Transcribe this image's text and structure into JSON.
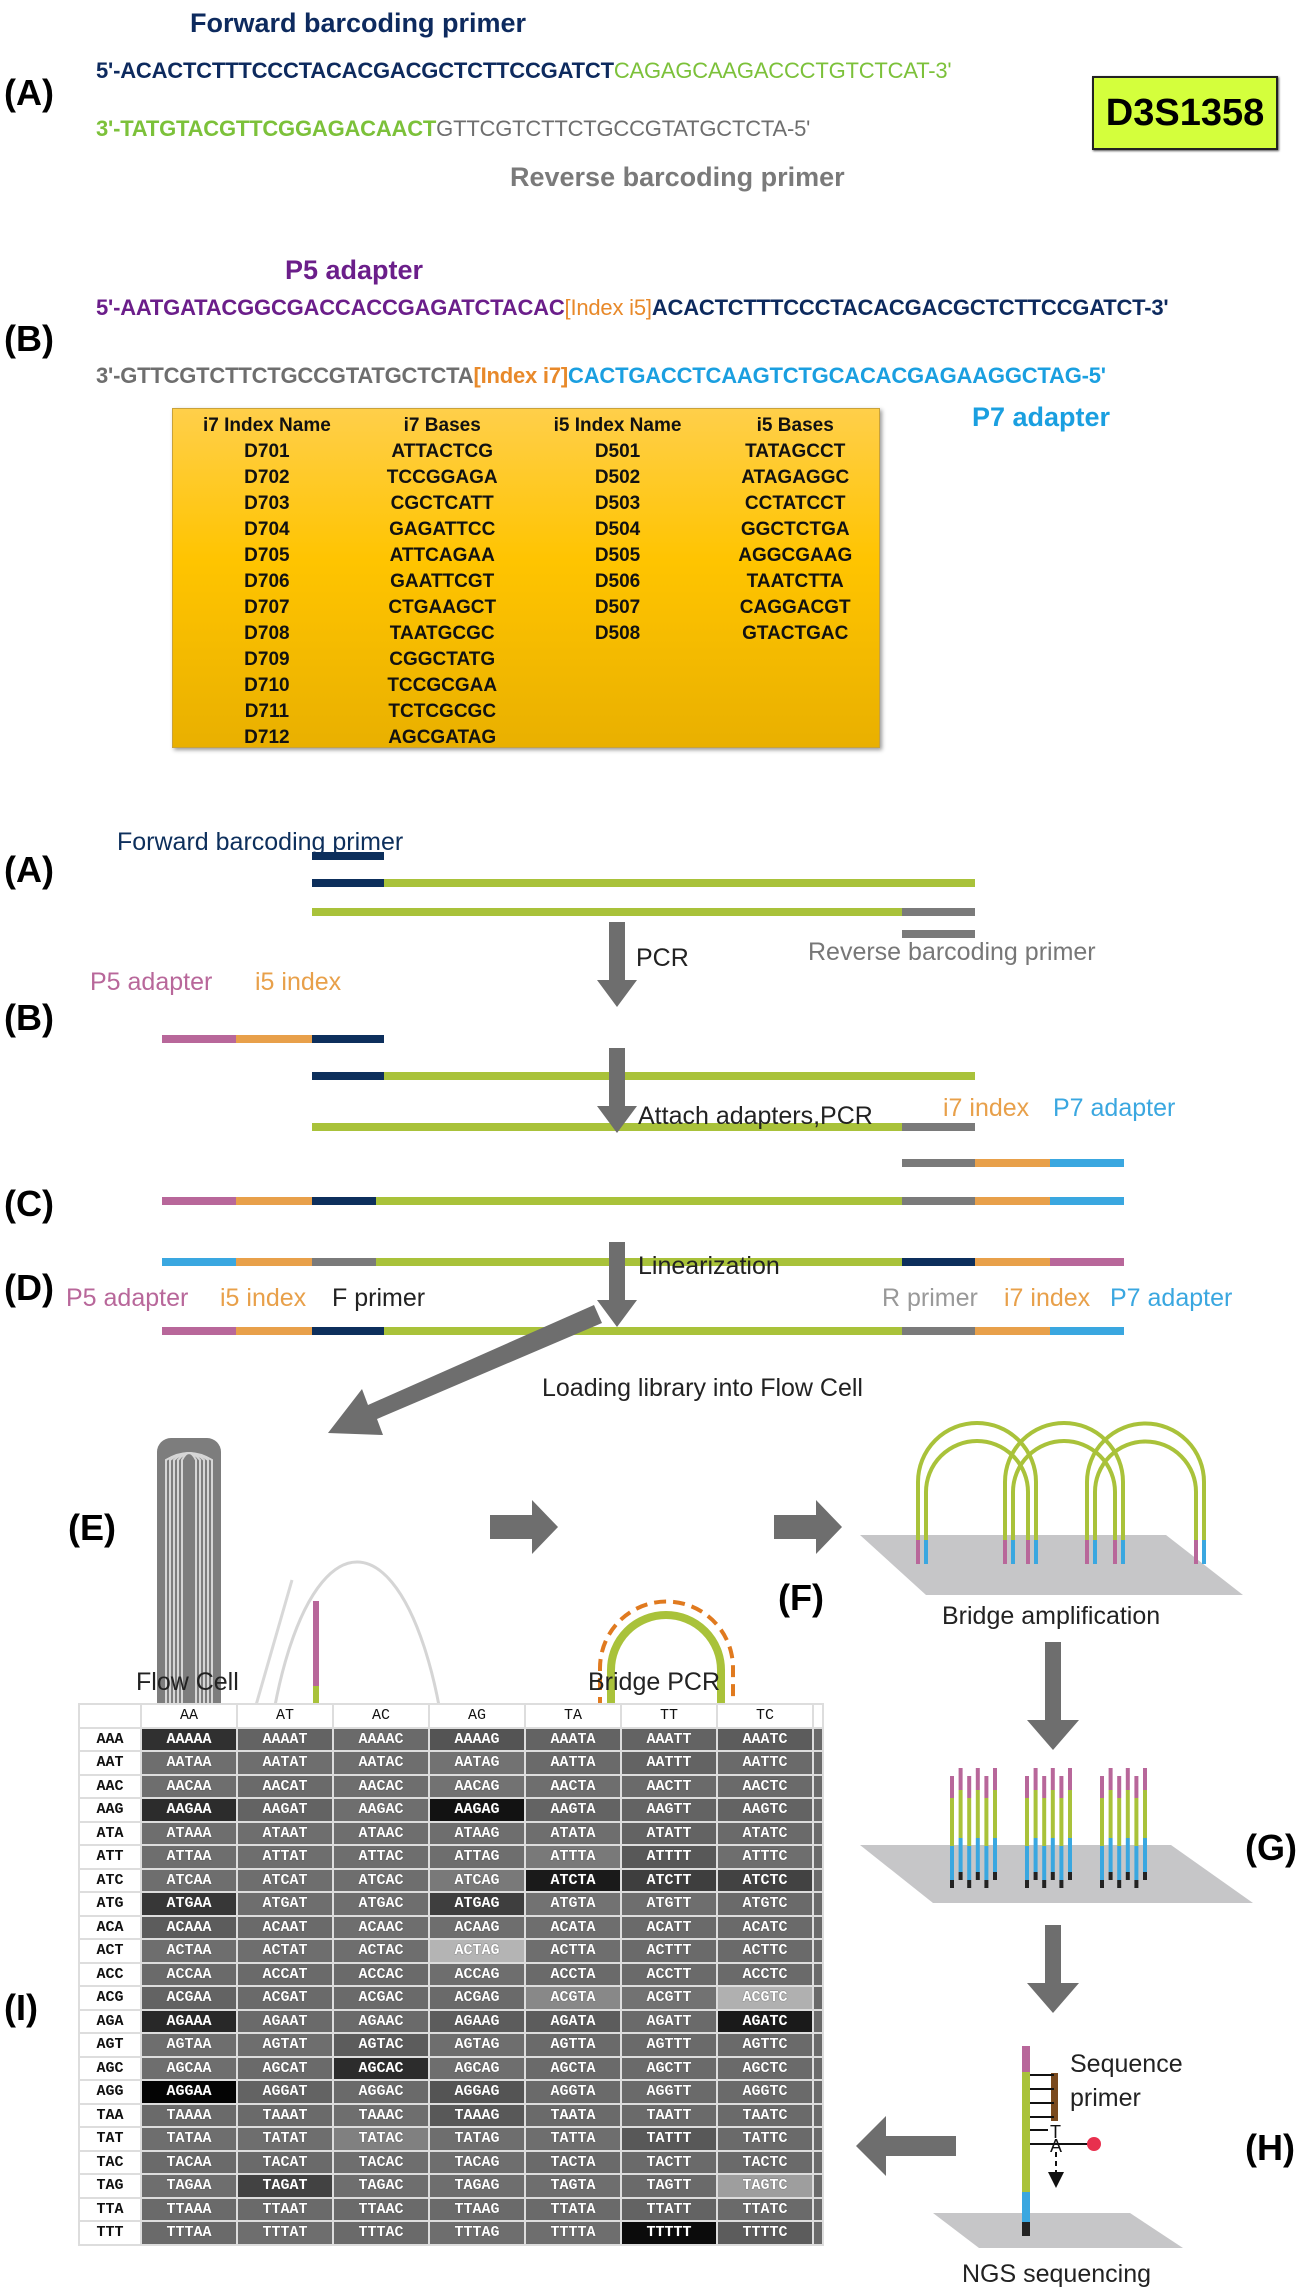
{
  "top": {
    "panel_A": "(A)",
    "forward_label": "Forward barcoding primer",
    "forward_seq_primer": "5'-ACACTCTTTCCCTACACGACGCTCTTCCGATCT",
    "forward_seq_target": "CAGAGCAAGACCCTGTCTCAT-3'",
    "reverse_seq_target": "3'-TATGTACGTTCGGAGACAACT",
    "reverse_seq_primer": "GTTCGTCTTCTGCCGTATGCTCTA-5'",
    "reverse_label": "Reverse barcoding primer",
    "marker": "D3S1358",
    "panel_B": "(B)",
    "p5_label": "P5 adapter",
    "p5_seq": "5'-AATGATACGGCGACCACCGAGATCTACAC",
    "index_i5": "[Index i5]",
    "p5_tail": "ACACTCTTTCCCTACACGACGCTCTTCCGATCT-3'",
    "p7_head": "3'-GTTCGTCTTCTGCCGTATGCTCTA",
    "index_i7": "[Index i7]",
    "p7_seq": "CACTGACCTCAAGTCTGCACACGAGAAGGCTAG-5'",
    "p7_label": "P7 adapter"
  },
  "index_table": {
    "headers": [
      "i7 Index Name",
      "i7 Bases",
      "i5 Index Name",
      "i5 Bases"
    ],
    "rows": [
      [
        "D701",
        "ATTACTCG",
        "D501",
        "TATAGCCT"
      ],
      [
        "D702",
        "TCCGGAGA",
        "D502",
        "ATAGAGGC"
      ],
      [
        "D703",
        "CGCTCATT",
        "D503",
        "CCTATCCT"
      ],
      [
        "D704",
        "GAGATTCC",
        "D504",
        "GGCTCTGA"
      ],
      [
        "D705",
        "ATTCAGAA",
        "D505",
        "AGGCGAAG"
      ],
      [
        "D706",
        "GAATTCGT",
        "D506",
        "TAATCTTA"
      ],
      [
        "D707",
        "CTGAAGCT",
        "D507",
        "CAGGACGT"
      ],
      [
        "D708",
        "TAATGCGC",
        "D508",
        "GTACTGAC"
      ],
      [
        "D709",
        "CGGCTATG",
        "",
        ""
      ],
      [
        "D710",
        "TCCGCGAA",
        "",
        ""
      ],
      [
        "D711",
        "TCTCGCGC",
        "",
        ""
      ],
      [
        "D712",
        "AGCGATAG",
        "",
        ""
      ]
    ]
  },
  "workflow": {
    "A": "(A)",
    "B": "(B)",
    "C": "(C)",
    "D": "(D)",
    "E": "(E)",
    "F": "(F)",
    "G": "(G)",
    "H": "(H)",
    "I": "(I)",
    "forward_primer": "Forward barcoding primer",
    "reverse_primer": "Reverse barcoding primer",
    "step_pcr": "PCR",
    "step_attach": "Attach adapters,PCR",
    "step_linear": "Linearization",
    "step_loading": "Loading library into Flow Cell",
    "p5_adapter": "P5 adapter",
    "i5_index": "i5 index",
    "i7_index": "i7 index",
    "p7_adapter": "P7 adapter",
    "f_primer": "F primer",
    "r_primer": "R primer",
    "flow_cell": "Flow Cell",
    "bridge_pcr": "Bridge PCR",
    "bridge_amp": "Bridge amplification",
    "seq_primer_1": "Sequence",
    "seq_primer_2": "primer",
    "base_t": "T",
    "base_a": "A",
    "ngs": "NGS sequencing"
  },
  "colors": {
    "target": "#a9c23a",
    "fwd_primer": "#0d2f5c",
    "rev_primer": "#7a7a7a",
    "p5": "#b8679a",
    "index": "#e8a04a",
    "p7": "#3aa7e0",
    "arrow": "#6e6e6e",
    "plate": "#c6c6c8"
  },
  "heatmap": {
    "columns": [
      "AA",
      "AT",
      "AC",
      "AG",
      "TA",
      "TT",
      "TC"
    ],
    "rows": [
      "AAA",
      "AAT",
      "AAC",
      "AAG",
      "ATA",
      "ATT",
      "ATC",
      "ATG",
      "ACA",
      "ACT",
      "ACC",
      "ACG",
      "AGA",
      "AGT",
      "AGC",
      "AGG",
      "TAA",
      "TAT",
      "TAC",
      "TAG",
      "TTA",
      "TTT"
    ],
    "shade": [
      [
        0.22,
        0.45,
        0.48,
        0.38,
        0.45,
        0.45,
        0.42
      ],
      [
        0.5,
        0.5,
        0.5,
        0.52,
        0.48,
        0.45,
        0.48
      ],
      [
        0.5,
        0.48,
        0.5,
        0.52,
        0.5,
        0.48,
        0.48
      ],
      [
        0.2,
        0.45,
        0.5,
        0.08,
        0.45,
        0.45,
        0.45
      ],
      [
        0.5,
        0.5,
        0.5,
        0.5,
        0.5,
        0.45,
        0.48
      ],
      [
        0.5,
        0.5,
        0.5,
        0.5,
        0.55,
        0.4,
        0.5
      ],
      [
        0.5,
        0.5,
        0.5,
        0.55,
        0.12,
        0.28,
        0.3
      ],
      [
        0.25,
        0.5,
        0.5,
        0.28,
        0.52,
        0.5,
        0.48
      ],
      [
        0.42,
        0.48,
        0.5,
        0.5,
        0.5,
        0.48,
        0.48
      ],
      [
        0.5,
        0.5,
        0.5,
        0.82,
        0.5,
        0.48,
        0.48
      ],
      [
        0.48,
        0.48,
        0.48,
        0.5,
        0.48,
        0.48,
        0.48
      ],
      [
        0.45,
        0.48,
        0.48,
        0.48,
        0.62,
        0.52,
        0.8
      ],
      [
        0.18,
        0.48,
        0.48,
        0.42,
        0.42,
        0.48,
        0.12
      ],
      [
        0.5,
        0.5,
        0.42,
        0.5,
        0.48,
        0.48,
        0.48
      ],
      [
        0.5,
        0.48,
        0.2,
        0.5,
        0.48,
        0.48,
        0.48
      ],
      [
        0.02,
        0.45,
        0.48,
        0.38,
        0.48,
        0.48,
        0.48
      ],
      [
        0.48,
        0.48,
        0.5,
        0.4,
        0.48,
        0.48,
        0.48
      ],
      [
        0.5,
        0.5,
        0.58,
        0.5,
        0.5,
        0.4,
        0.48
      ],
      [
        0.48,
        0.48,
        0.5,
        0.5,
        0.48,
        0.48,
        0.48
      ],
      [
        0.5,
        0.3,
        0.5,
        0.5,
        0.5,
        0.48,
        0.72
      ],
      [
        0.48,
        0.48,
        0.48,
        0.48,
        0.48,
        0.45,
        0.48
      ],
      [
        0.48,
        0.5,
        0.48,
        0.5,
        0.5,
        0.05,
        0.42
      ]
    ]
  }
}
